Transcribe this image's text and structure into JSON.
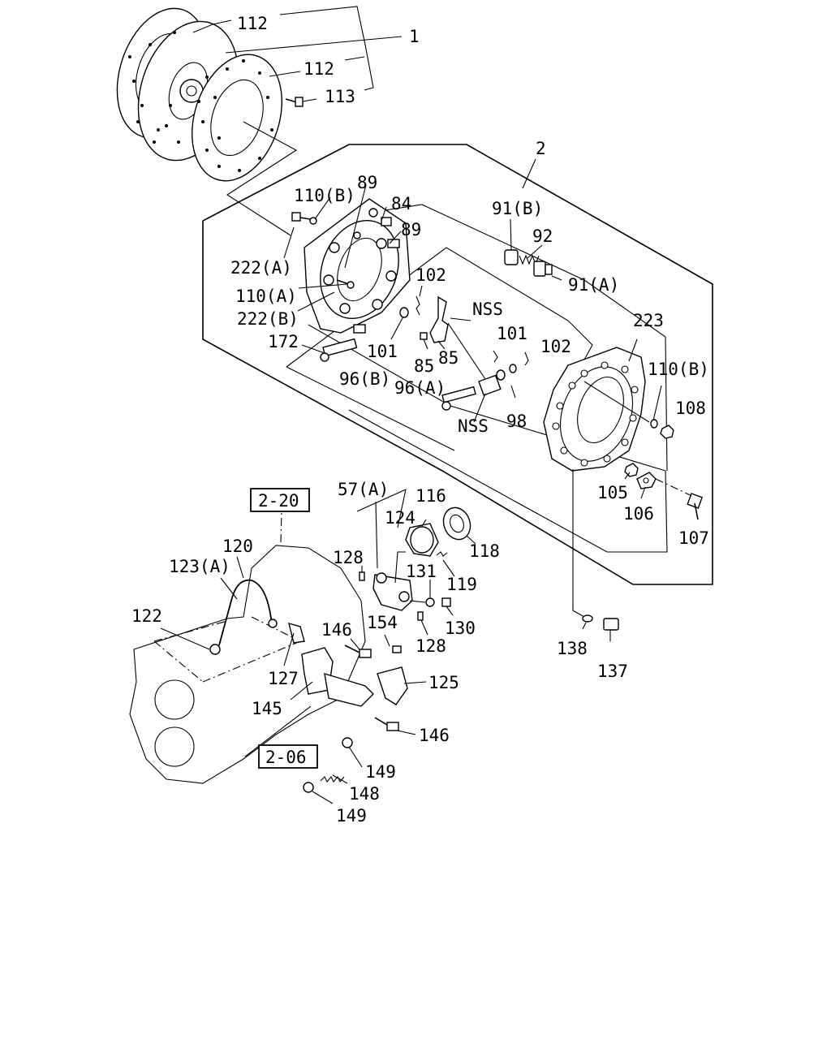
{
  "labels": {
    "l112a": "112",
    "l1": "1",
    "l112b": "112",
    "l113": "113",
    "l2": "2",
    "l110b_1": "110(B)",
    "l89a": "89",
    "l84": "84",
    "l89b": "89",
    "l222a": "222(A)",
    "l110a": "110(A)",
    "l222b": "222(B)",
    "l172": "172",
    "l101a": "101",
    "l96b": "96(B)",
    "l96a": "96(A)",
    "l102a": "102",
    "lnss1": "NSS",
    "l85a": "85",
    "l85b": "85",
    "lnss2": "NSS",
    "l91b": "91(B)",
    "l92": "92",
    "l91a": "91(A)",
    "l101b": "101",
    "l102b": "102",
    "l98": "98",
    "l223": "223",
    "l110b_2": "110(B)",
    "l108": "108",
    "l105": "105",
    "l106": "106",
    "l107": "107",
    "l138": "138",
    "l137": "137",
    "l57a": "57(A)",
    "l116": "116",
    "l124": "124",
    "l118": "118",
    "l128a": "128",
    "l131": "131",
    "l119": "119",
    "l130": "130",
    "l128b": "128",
    "l154": "154",
    "l120": "120",
    "l123a": "123(A)",
    "l122": "122",
    "l146a": "146",
    "l127": "127",
    "l145": "145",
    "l125": "125",
    "l146b": "146",
    "l149a": "149",
    "l148": "148",
    "l149b": "149"
  },
  "refs": {
    "ref_2_20": "2-20",
    "ref_2_06": "2-06"
  }
}
